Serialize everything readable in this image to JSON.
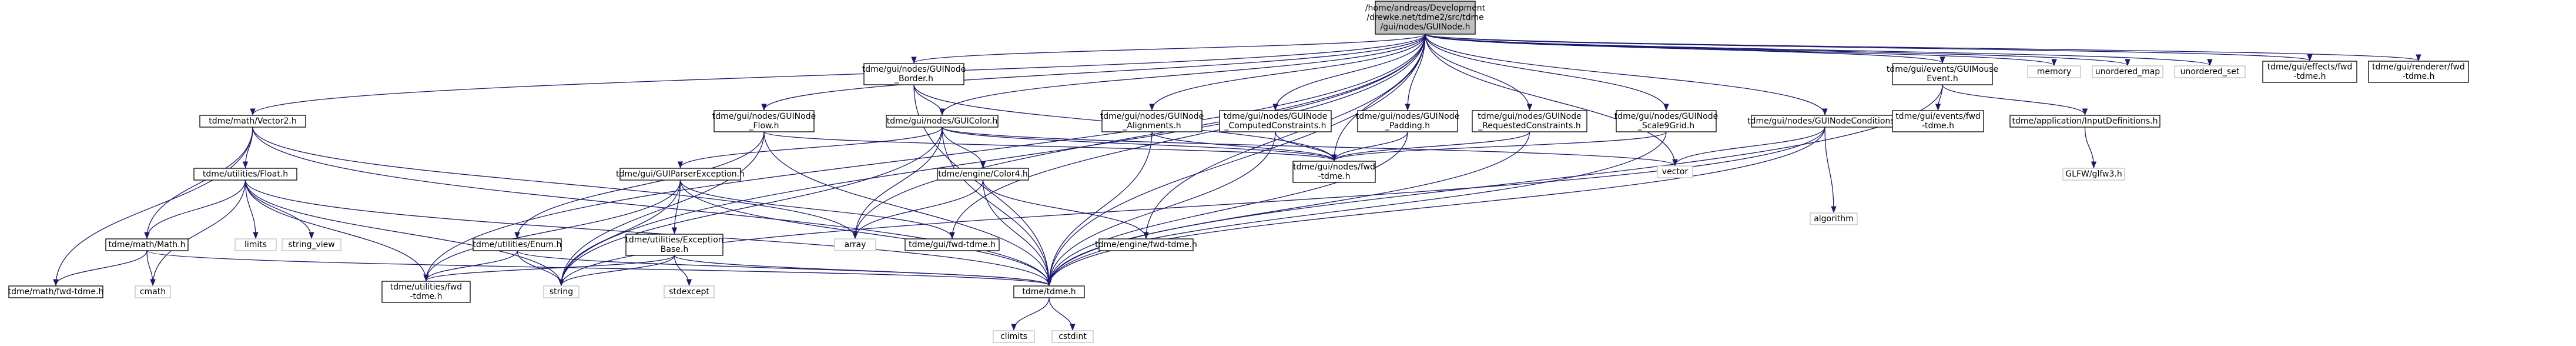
{
  "diagram": {
    "title": "",
    "nodes": [
      {
        "id": "root",
        "kind": "root",
        "lines": [
          "/home/andreas/Development",
          "/drewke.net/tdme2/src/tdme",
          "/gui/nodes/GUINode.h"
        ]
      },
      {
        "id": "vector2",
        "kind": "doc",
        "lines": [
          "tdme/math/Vector2.h"
        ]
      },
      {
        "id": "guinodeflow",
        "kind": "doc",
        "lines": [
          "tdme/gui/nodes/GUINode",
          "_Flow.h"
        ]
      },
      {
        "id": "guinodeborder",
        "kind": "doc",
        "lines": [
          "tdme/gui/nodes/GUINode",
          "_Border.h"
        ]
      },
      {
        "id": "guicolor",
        "kind": "doc",
        "lines": [
          "tdme/gui/nodes/GUIColor.h"
        ]
      },
      {
        "id": "alignments",
        "kind": "doc",
        "lines": [
          "tdme/gui/nodes/GUINode",
          "_Alignments.h"
        ]
      },
      {
        "id": "computed",
        "kind": "doc",
        "lines": [
          "tdme/gui/nodes/GUINode",
          "_ComputedConstraints.h"
        ]
      },
      {
        "id": "padding",
        "kind": "doc",
        "lines": [
          "tdme/gui/nodes/GUINode",
          "_Padding.h"
        ]
      },
      {
        "id": "requested",
        "kind": "doc",
        "lines": [
          "tdme/gui/nodes/GUINode",
          "_RequestedConstraints.h"
        ]
      },
      {
        "id": "scale9",
        "kind": "doc",
        "lines": [
          "tdme/gui/nodes/GUINode",
          "_Scale9Grid.h"
        ]
      },
      {
        "id": "conditions",
        "kind": "doc",
        "lines": [
          "tdme/gui/nodes/GUINodeConditions.h"
        ]
      },
      {
        "id": "mouseevent",
        "kind": "doc",
        "lines": [
          "tdme/gui/events/GUIMouse",
          "Event.h"
        ]
      },
      {
        "id": "memory",
        "kind": "sys",
        "lines": [
          "memory"
        ]
      },
      {
        "id": "unordered_map",
        "kind": "sys",
        "lines": [
          "unordered_map"
        ]
      },
      {
        "id": "unordered_set",
        "kind": "sys",
        "lines": [
          "unordered_set"
        ]
      },
      {
        "id": "effectsfwd",
        "kind": "doc",
        "lines": [
          "tdme/gui/effects/fwd",
          "-tdme.h"
        ]
      },
      {
        "id": "rendererfwd",
        "kind": "doc",
        "lines": [
          "tdme/gui/renderer/fwd",
          "-tdme.h"
        ]
      },
      {
        "id": "float",
        "kind": "doc",
        "lines": [
          "tdme/utilities/Float.h"
        ]
      },
      {
        "id": "parserexception",
        "kind": "doc",
        "lines": [
          "tdme/gui/GUIParserException.h"
        ]
      },
      {
        "id": "color4",
        "kind": "doc",
        "lines": [
          "tdme/engine/Color4.h"
        ]
      },
      {
        "id": "nodesfwd",
        "kind": "doc",
        "lines": [
          "tdme/gui/nodes/fwd",
          "-tdme.h"
        ]
      },
      {
        "id": "vector",
        "kind": "sys",
        "lines": [
          "vector"
        ]
      },
      {
        "id": "algorithm",
        "kind": "sys",
        "lines": [
          "algorithm"
        ]
      },
      {
        "id": "eventsfwd",
        "kind": "doc",
        "lines": [
          "tdme/gui/events/fwd",
          "-tdme.h"
        ]
      },
      {
        "id": "inputdefs",
        "kind": "doc",
        "lines": [
          "tdme/application/InputDefinitions.h"
        ]
      },
      {
        "id": "glfw",
        "kind": "sys",
        "lines": [
          "GLFW/glfw3.h"
        ]
      },
      {
        "id": "mathh",
        "kind": "doc",
        "lines": [
          "tdme/math/Math.h"
        ]
      },
      {
        "id": "limits1",
        "kind": "sys",
        "lines": [
          "limits"
        ]
      },
      {
        "id": "string_view",
        "kind": "sys",
        "lines": [
          "string_view"
        ]
      },
      {
        "id": "enum",
        "kind": "doc",
        "lines": [
          "tdme/utilities/Enum.h"
        ]
      },
      {
        "id": "exceptionbase",
        "kind": "doc",
        "lines": [
          "tdme/utilities/Exception",
          "Base.h"
        ]
      },
      {
        "id": "array",
        "kind": "sys",
        "lines": [
          "array"
        ]
      },
      {
        "id": "guifwd",
        "kind": "doc",
        "lines": [
          "tdme/gui/fwd-tdme.h"
        ]
      },
      {
        "id": "enginefwd",
        "kind": "doc",
        "lines": [
          "tdme/engine/fwd-tdme.h"
        ]
      },
      {
        "id": "mathfwd",
        "kind": "doc",
        "lines": [
          "tdme/math/fwd-tdme.h"
        ]
      },
      {
        "id": "cmath",
        "kind": "sys",
        "lines": [
          "cmath"
        ]
      },
      {
        "id": "utilfwd",
        "kind": "doc",
        "lines": [
          "tdme/utilities/fwd",
          "-tdme.h"
        ]
      },
      {
        "id": "string",
        "kind": "sys",
        "lines": [
          "string"
        ]
      },
      {
        "id": "stdexcept",
        "kind": "sys",
        "lines": [
          "stdexcept"
        ]
      },
      {
        "id": "tdme",
        "kind": "doc",
        "lines": [
          "tdme/tdme.h"
        ]
      },
      {
        "id": "climits",
        "kind": "sys",
        "lines": [
          "climits"
        ]
      },
      {
        "id": "cstdint",
        "kind": "sys",
        "lines": [
          "cstdint"
        ]
      }
    ],
    "edges": [
      [
        "root",
        "vector2"
      ],
      [
        "root",
        "guinodeflow"
      ],
      [
        "root",
        "guinodeborder"
      ],
      [
        "root",
        "guicolor"
      ],
      [
        "root",
        "alignments"
      ],
      [
        "root",
        "computed"
      ],
      [
        "root",
        "padding"
      ],
      [
        "root",
        "requested"
      ],
      [
        "root",
        "scale9"
      ],
      [
        "root",
        "conditions"
      ],
      [
        "root",
        "mouseevent"
      ],
      [
        "root",
        "memory"
      ],
      [
        "root",
        "unordered_map"
      ],
      [
        "root",
        "unordered_set"
      ],
      [
        "root",
        "effectsfwd"
      ],
      [
        "root",
        "rendererfwd"
      ],
      [
        "root",
        "nodesfwd"
      ],
      [
        "root",
        "vector"
      ],
      [
        "root",
        "string"
      ],
      [
        "root",
        "utilfwd"
      ],
      [
        "root",
        "tdme"
      ],
      [
        "root",
        "guifwd"
      ],
      [
        "root",
        "enginefwd"
      ],
      [
        "root",
        "array"
      ],
      [
        "vector2",
        "float"
      ],
      [
        "vector2",
        "mathh"
      ],
      [
        "vector2",
        "mathfwd"
      ],
      [
        "vector2",
        "array"
      ],
      [
        "vector2",
        "tdme"
      ],
      [
        "guinodeflow",
        "enum"
      ],
      [
        "guinodeflow",
        "string"
      ],
      [
        "guinodeflow",
        "nodesfwd"
      ],
      [
        "guinodeflow",
        "tdme"
      ],
      [
        "guinodeborder",
        "guicolor"
      ],
      [
        "guinodeborder",
        "nodesfwd"
      ],
      [
        "guinodeborder",
        "tdme"
      ],
      [
        "guicolor",
        "parserexception"
      ],
      [
        "guicolor",
        "color4"
      ],
      [
        "guicolor",
        "nodesfwd"
      ],
      [
        "guicolor",
        "array"
      ],
      [
        "guicolor",
        "string"
      ],
      [
        "guicolor",
        "vector"
      ],
      [
        "guicolor",
        "tdme"
      ],
      [
        "alignments",
        "nodesfwd"
      ],
      [
        "alignments",
        "tdme"
      ],
      [
        "computed",
        "nodesfwd"
      ],
      [
        "computed",
        "tdme"
      ],
      [
        "padding",
        "nodesfwd"
      ],
      [
        "padding",
        "tdme"
      ],
      [
        "requested",
        "nodesfwd"
      ],
      [
        "requested",
        "tdme"
      ],
      [
        "scale9",
        "nodesfwd"
      ],
      [
        "scale9",
        "tdme"
      ],
      [
        "conditions",
        "vector"
      ],
      [
        "conditions",
        "algorithm"
      ],
      [
        "conditions",
        "string"
      ],
      [
        "conditions",
        "tdme"
      ],
      [
        "mouseevent",
        "eventsfwd"
      ],
      [
        "mouseevent",
        "inputdefs"
      ],
      [
        "mouseevent",
        "tdme"
      ],
      [
        "inputdefs",
        "glfw"
      ],
      [
        "float",
        "mathh"
      ],
      [
        "float",
        "limits1"
      ],
      [
        "float",
        "string_view"
      ],
      [
        "float",
        "cmath"
      ],
      [
        "float",
        "string"
      ],
      [
        "float",
        "utilfwd"
      ],
      [
        "float",
        "tdme"
      ],
      [
        "parserexception",
        "exceptionbase"
      ],
      [
        "parserexception",
        "guifwd"
      ],
      [
        "parserexception",
        "string"
      ],
      [
        "parserexception",
        "utilfwd"
      ],
      [
        "parserexception",
        "tdme"
      ],
      [
        "exceptionbase",
        "stdexcept"
      ],
      [
        "exceptionbase",
        "string"
      ],
      [
        "exceptionbase",
        "utilfwd"
      ],
      [
        "exceptionbase",
        "tdme"
      ],
      [
        "color4",
        "array"
      ],
      [
        "color4",
        "enginefwd"
      ],
      [
        "color4",
        "tdme"
      ],
      [
        "enum",
        "string"
      ],
      [
        "enum",
        "utilfwd"
      ],
      [
        "enum",
        "tdme"
      ],
      [
        "mathh",
        "cmath"
      ],
      [
        "mathh",
        "mathfwd"
      ],
      [
        "mathh",
        "tdme"
      ],
      [
        "tdme",
        "climits"
      ],
      [
        "tdme",
        "cstdint"
      ]
    ]
  }
}
